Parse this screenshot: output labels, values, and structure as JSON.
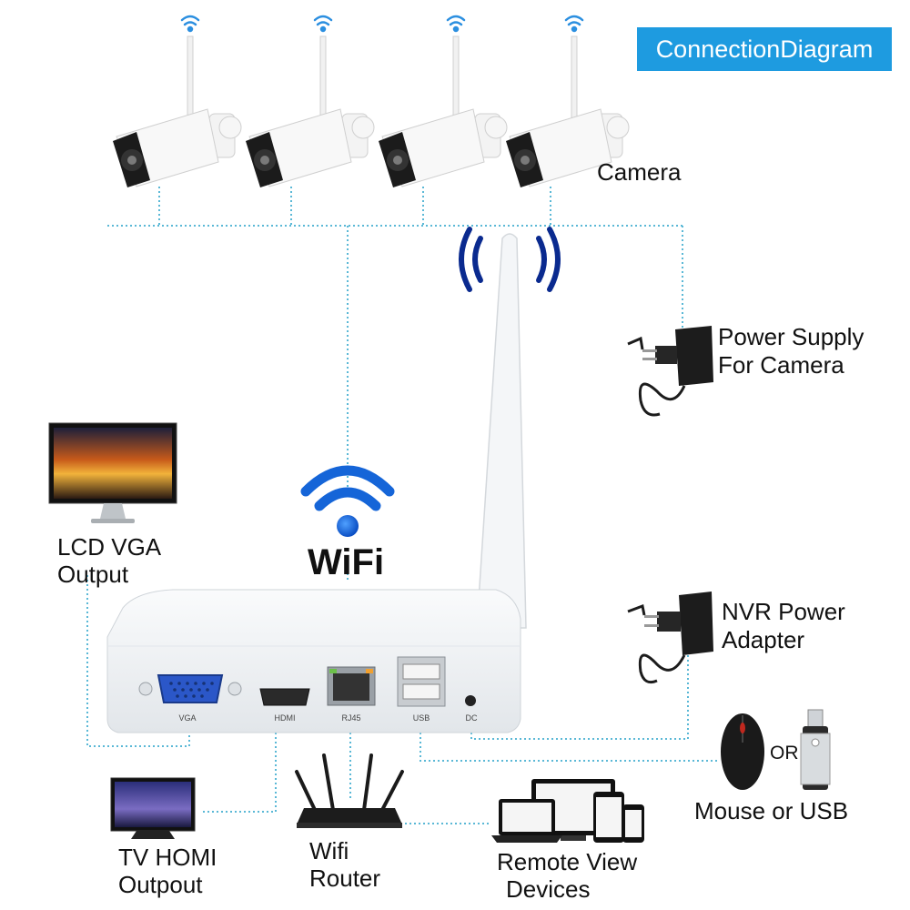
{
  "title": "ConnectionDiagram",
  "wifi_label": "WiFi",
  "labels": {
    "camera": "Camera",
    "power_supply_line1": "Power Supply",
    "power_supply_line2": "For Camera",
    "lcd_line1": "LCD VGA",
    "lcd_line2": "Output",
    "nvr_power_line1": "NVR Power",
    "nvr_power_line2": "Adapter",
    "or": "OR",
    "mouse_usb": "Mouse or USB",
    "tv_line1": "TV HOMI",
    "tv_line2": "Outpout",
    "router_line1": "Wifi",
    "router_line2": "Router",
    "remote_line1": "Remote View",
    "remote_line2": "Devices"
  },
  "ports": {
    "vga": "VGA",
    "hdmi": "HDMI",
    "rj45": "RJ45",
    "usb": "USB",
    "dc": "DC"
  },
  "colors": {
    "accent": "#1e9be0",
    "wifi_blue": "#1565d8",
    "signal_navy": "#0a2a8f",
    "connector": "#5ab8d6",
    "device_white": "#f4f6f8"
  }
}
